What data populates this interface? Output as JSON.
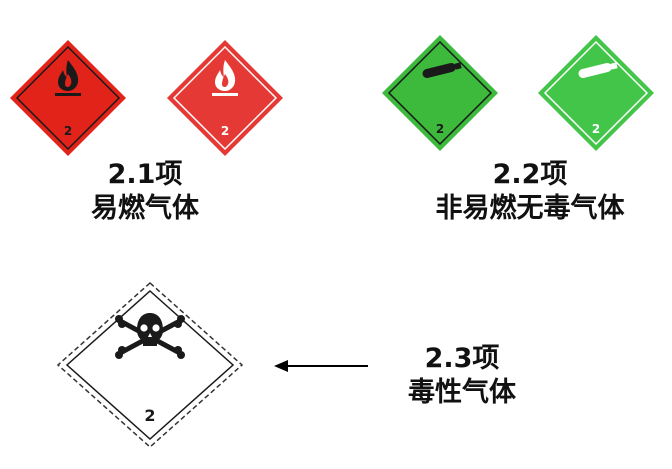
{
  "signs": {
    "flammable_red_dark": {
      "class_number": "2",
      "icon": "flame-icon",
      "color": "#e2231a"
    },
    "flammable_red_light": {
      "class_number": "2",
      "icon": "flame-icon",
      "color": "#e53935"
    },
    "nonflammable_green_dark": {
      "class_number": "2",
      "icon": "gas-cylinder-icon",
      "color": "#3dba3c"
    },
    "nonflammable_green_light": {
      "class_number": "2",
      "icon": "gas-cylinder-icon",
      "color": "#43c54a"
    },
    "toxic_white": {
      "class_number": "2",
      "icon": "skull-crossbones-icon",
      "color": "#ffffff"
    }
  },
  "captions": {
    "division_2_1": {
      "code": "2.1项",
      "name": "易燃气体"
    },
    "division_2_2": {
      "code": "2.2项",
      "name": "非易燃无毒气体"
    },
    "division_2_3": {
      "code": "2.3项",
      "name": "毒性气体"
    }
  },
  "arrow": {
    "icon": "left-arrow-icon",
    "color": "#000000"
  }
}
